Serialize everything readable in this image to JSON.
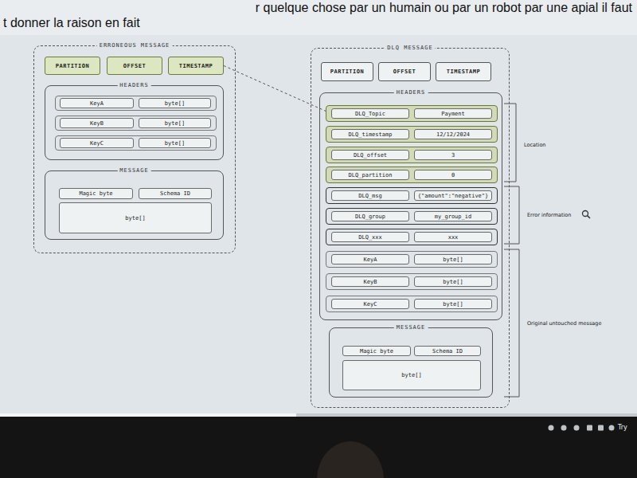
{
  "diagram": {
    "nodes": [
      {
        "text": [
          "ERRONEOUS MESSAGE"
        ]
      },
      {
        "text": [
          "PARTITION"
        ],
        "in": 0
      },
      {
        "text": [
          "OFFSET"
        ],
        "in": 0
      },
      {
        "text": [
          "TIMESTAMP"
        ],
        "in": 0
      },
      {
        "text": [
          "HEADERS"
        ],
        "in": 0
      },
      {
        "text": [
          "KeyA"
        ],
        "in": 4
      },
      {
        "text": [
          "byte[]"
        ],
        "in": 4
      },
      {
        "text": [
          "KeyB"
        ],
        "in": 4
      },
      {
        "text": [
          "byte[]"
        ],
        "in": 4
      },
      {
        "text": [
          "KeyC"
        ],
        "in": 4
      },
      {
        "text": [
          "byte[]"
        ],
        "in": 4
      },
      {
        "text": [
          "MESSAGE"
        ],
        "in": 0
      },
      {
        "text": [
          "Magic byte"
        ],
        "in": 11
      },
      {
        "text": [
          "Schema ID"
        ],
        "in": 11
      },
      {
        "text": [
          "byte[]"
        ],
        "in": 11
      },
      {
        "text": [
          "DLQ MESSAGE"
        ]
      },
      {
        "text": [
          "PARTITION"
        ],
        "in": 15
      },
      {
        "text": [
          "OFFSET"
        ],
        "in": 15
      },
      {
        "text": [
          "TIMESTAMP"
        ],
        "in": 15
      },
      {
        "text": [
          "HEADERS"
        ],
        "in": 15
      },
      {
        "text": [
          "DLQ_Topic"
        ],
        "in": 19
      },
      {
        "text": [
          "Payment"
        ],
        "in": 19
      },
      {
        "text": [
          "DLQ_timestamp"
        ],
        "in": 19
      },
      {
        "text": [
          "12/12/2024"
        ],
        "in": 19
      },
      {
        "text": [
          "DLQ_offset"
        ],
        "in": 19
      },
      {
        "text": [
          "3"
        ],
        "in": 19
      },
      {
        "text": [
          "DLQ_partition"
        ],
        "in": 19
      },
      {
        "text": [
          "0"
        ],
        "in": 19
      },
      {
        "text": [
          "DLQ_msg"
        ],
        "in": 19
      },
      {
        "text": [
          "{\"amount\":\"negative\"}"
        ],
        "in": 19
      },
      {
        "text": [
          "DLQ_group"
        ],
        "in": 19
      },
      {
        "text": [
          "my_group_id"
        ],
        "in": 19
      },
      {
        "text": [
          "DLQ_xxx"
        ],
        "in": 19
      },
      {
        "text": [
          "xxx"
        ],
        "in": 19
      },
      {
        "text": [
          "KeyA"
        ],
        "in": 19
      },
      {
        "text": [
          "byte[]"
        ],
        "in": 19
      },
      {
        "text": [
          "KeyB"
        ],
        "in": 19
      },
      {
        "text": [
          "byte[]"
        ],
        "in": 19
      },
      {
        "text": [
          "KeyC"
        ],
        "in": 19
      },
      {
        "text": [
          "byte[]"
        ],
        "in": 19
      },
      {
        "text": [
          "MESSAGE"
        ],
        "in": 15
      },
      {
        "text": [
          "Magic byte"
        ],
        "in": 40
      },
      {
        "text": [
          "Schema ID"
        ],
        "in": 40
      },
      {
        "text": [
          "byte[]"
        ],
        "in": 40
      }
    ],
    "edges": [
      {
        "from": 3,
        "to": 20,
        "arrow": "none"
      }
    ],
    "labels": [
      "r quelque chose par un humain ou par un robot par une apial il faut",
      "t donner la raison en fait",
      "Location",
      "Error information",
      "Original untouched message",
      "Try"
    ]
  }
}
